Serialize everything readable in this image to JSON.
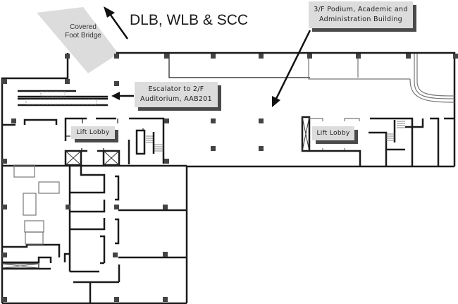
{
  "map": {
    "title": "3/F Podium floor plan",
    "labels": {
      "destination": "DLB, WLB & SCC",
      "bridge_line1": "Covered",
      "bridge_line2": "Foot Bridge",
      "podium_line1": "3/F Podium, Academic and",
      "podium_line2": "Administration Building",
      "escalator_line1": "Escalator to 2/F",
      "escalator_line2": "Auditorium, AAB201",
      "lift_lobby_west": "Lift Lobby",
      "lift_lobby_east": "Lift Lobby"
    },
    "colors": {
      "wall": "#1a1a1a",
      "column": "#444444",
      "label_fill": "#dcdcdc",
      "label_shadow": "#4a4a4a",
      "bridge_fill": "#dcdcdc"
    }
  }
}
